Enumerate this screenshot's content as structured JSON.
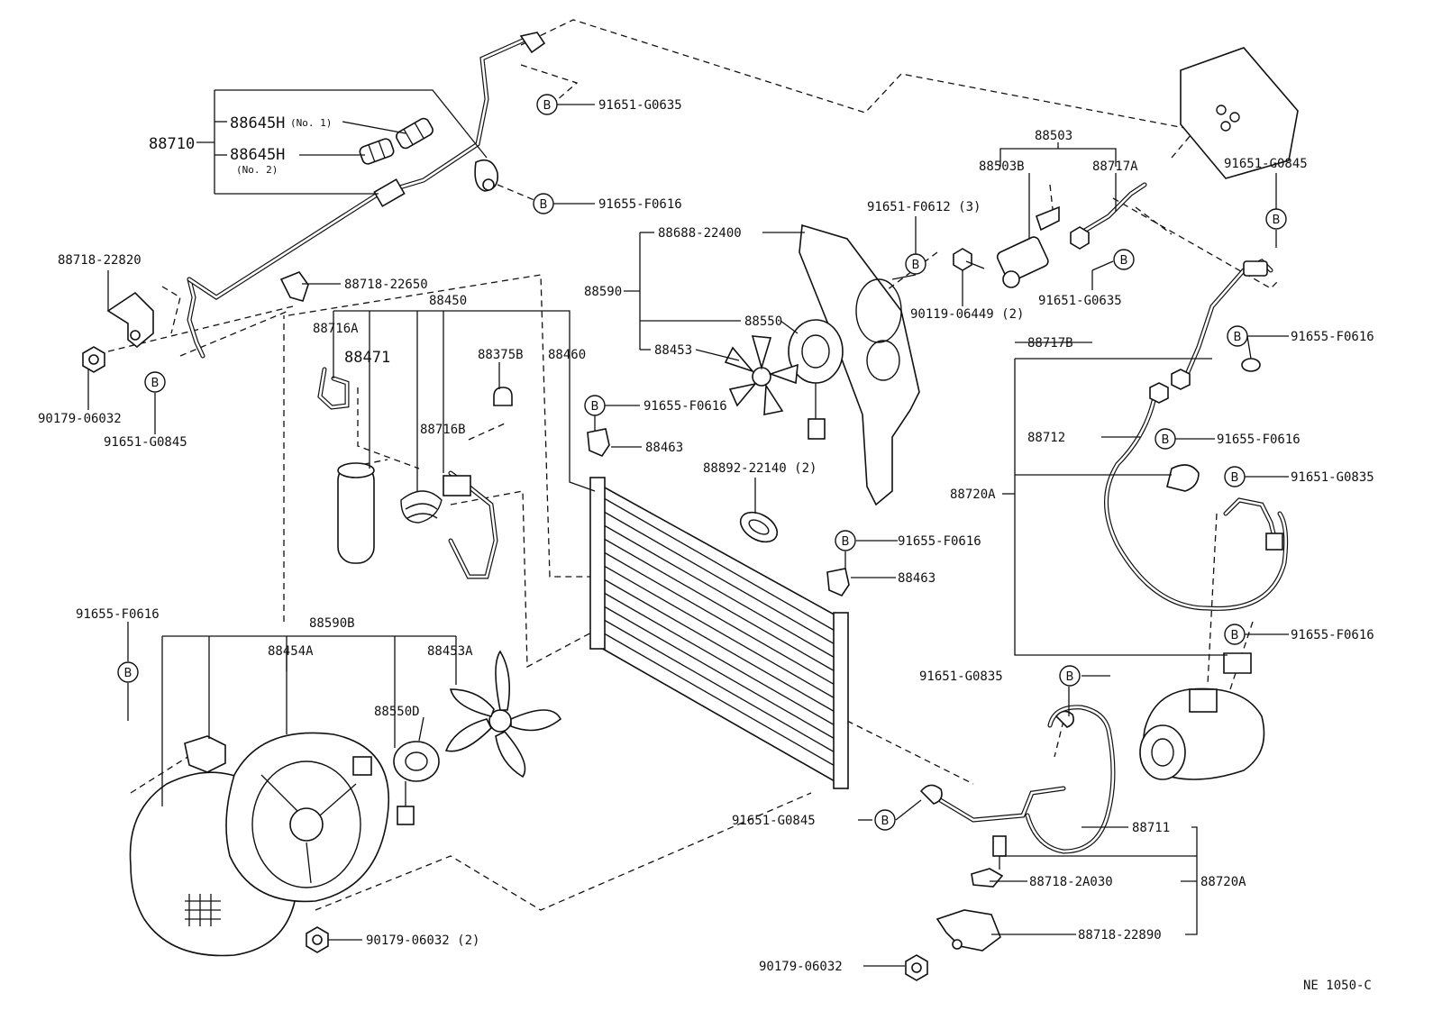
{
  "labels": {
    "p88710": "88710",
    "p88645h_1": "88645H",
    "p88645h_1_note": "(No. 1)",
    "p88645h_2": "88645H",
    "p88645h_2_note": "(No. 2)",
    "p91651_g0635_top": "91651-G0635",
    "p91655_f0616_top": "91655-F0616",
    "p88718_22820": "88718-22820",
    "p88718_22650": "88718-22650",
    "p90179_06032_left": "90179-06032",
    "p91651_g0845_left": "91651-G0845",
    "p88450": "88450",
    "p88716a": "88716A",
    "p88471": "88471",
    "p88375b": "88375B",
    "p88460": "88460",
    "p88716b": "88716B",
    "p88688_22400": "88688-22400",
    "p88590": "88590",
    "p88550": "88550",
    "p88453": "88453",
    "p91655_f0616_mid": "91655-F0616",
    "p88463_mid": "88463",
    "p88892_22140": "88892-22140 (2)",
    "p91651_f0612": "91651-F0612 (3)",
    "p88503": "88503",
    "p88503b": "88503B",
    "p88717a": "88717A",
    "p90119_06449": "90119-06449 (2)",
    "p91651_g0635_right": "91651-G0635",
    "p91651_g0845_right": "91651-G0845",
    "p88717b": "88717B",
    "p91655_f0616_r1": "91655-F0616",
    "p88712": "88712",
    "p91655_f0616_r2": "91655-F0616",
    "p88720a_right": "88720A",
    "p91651_g0835_r": "91651-G0835",
    "p91655_f0616_r3": "91655-F0616",
    "p91651_g0835_mid": "91651-G0835",
    "p91655_f0616_right_cond": "91655-F0616",
    "p88463_right": "88463",
    "p91655_f0616_left": "91655-F0616",
    "p88590b": "88590B",
    "p88454a": "88454A",
    "p88453a": "88453A",
    "p88550d": "88550D",
    "p91651_g0845_bottom": "91651-G0845",
    "p88711": "88711",
    "p88718_2a030": "88718-2A030",
    "p88720a_bottom": "88720A",
    "p88718_22890": "88718-22890",
    "p90179_06032_2": "90179-06032 (2)",
    "p90179_06032_bottom": "90179-06032",
    "figure_code": "NE 1050-C",
    "bolt_marker": "B"
  },
  "icons": {
    "bolt_marker": "circled-letter-b-icon"
  }
}
